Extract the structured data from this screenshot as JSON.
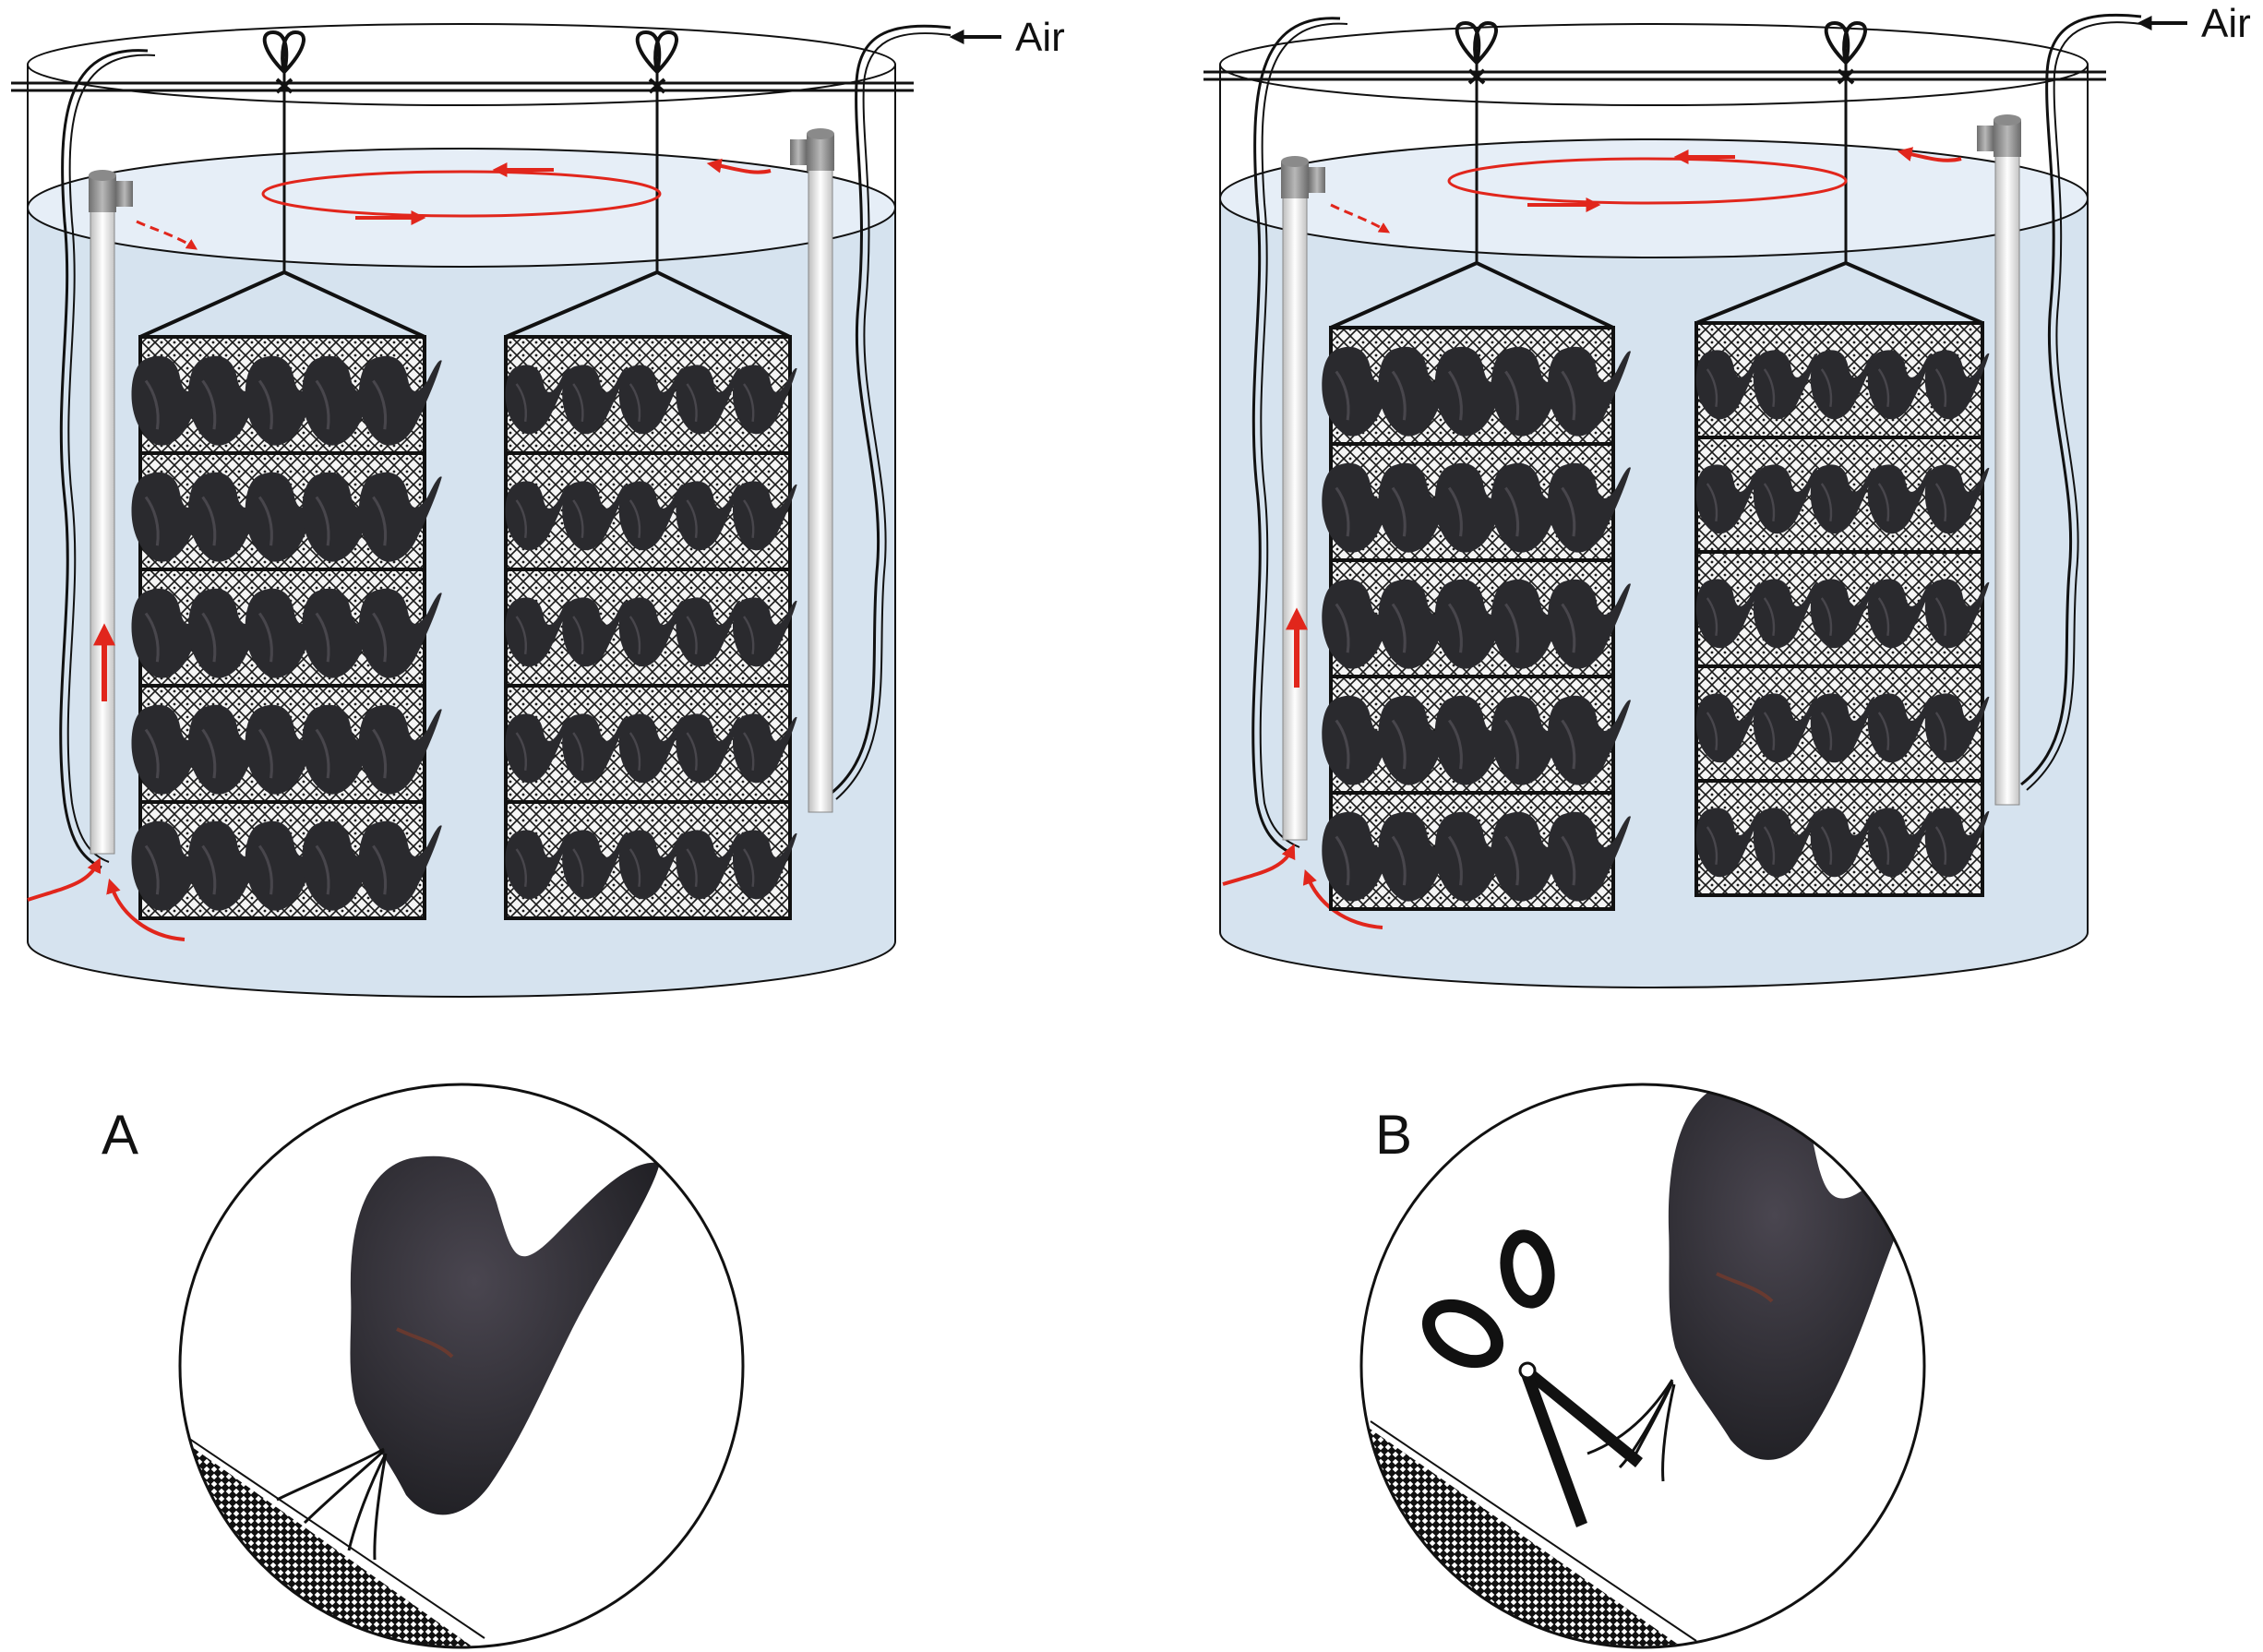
{
  "panels": [
    {
      "id": "A",
      "label": "A",
      "air_label": "Air",
      "cut": false
    },
    {
      "id": "B",
      "label": "B",
      "air_label": "Air",
      "cut": true
    }
  ],
  "colors": {
    "water": "#d6e3ef",
    "water_top": "#e4edf6",
    "flow_arrow": "#e1261c",
    "outline": "#111111",
    "pipe": "#e9e9e9",
    "mussel": "#2a2a2e"
  },
  "icons": [
    "air-arrow-icon",
    "bow-knot-icon",
    "mussel-icon",
    "scissors-icon"
  ]
}
